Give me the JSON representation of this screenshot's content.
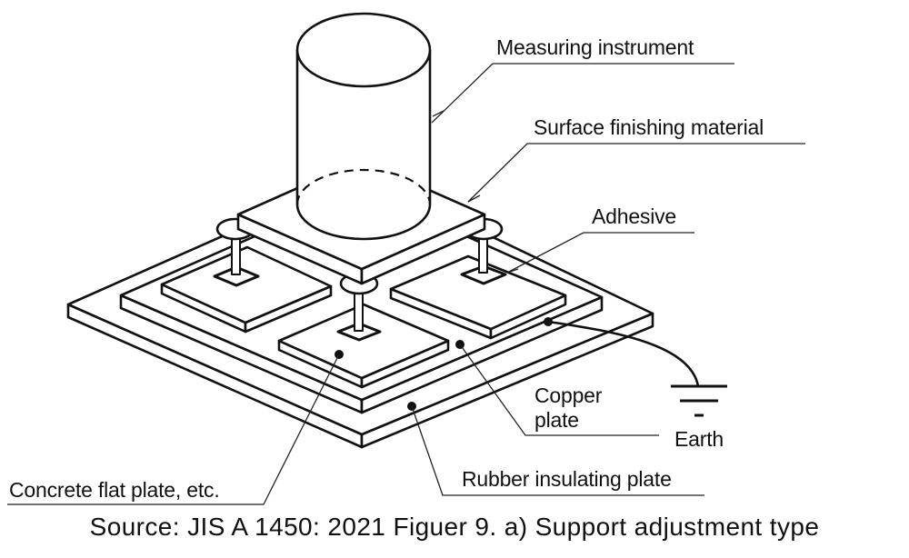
{
  "figure": {
    "labels": {
      "measuring_instrument": "Measuring instrument",
      "surface_finishing_material": "Surface finishing material",
      "adhesive": "Adhesive",
      "copper_plate_line1": "Copper",
      "copper_plate_line2": "plate",
      "earth": "Earth",
      "concrete_flat_plate": "Concrete flat plate, etc.",
      "rubber_insulating_plate": "Rubber insulating plate"
    },
    "caption": "Source: JIS A 1450: 2021 Figuer 9. a) Support adjustment type",
    "colors": {
      "line": "#111111",
      "background": "#ffffff"
    }
  }
}
